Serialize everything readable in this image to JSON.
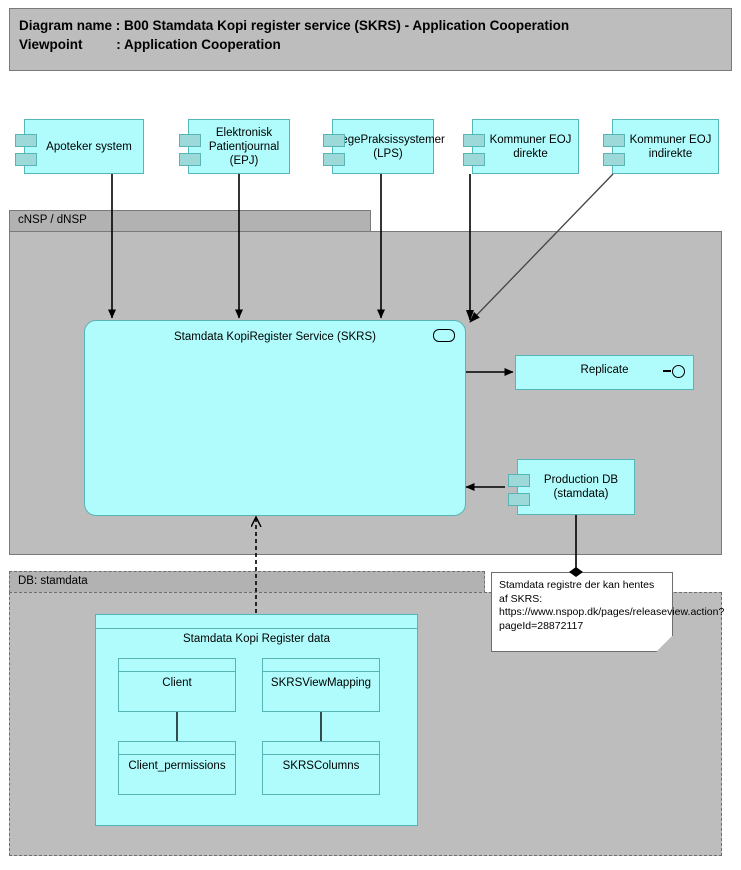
{
  "header": {
    "line1": "Diagram name : B00 Stamdata Kopi register service (SKRS) - Application Cooperation",
    "line2": "Viewpoint         : Application Cooperation"
  },
  "colors": {
    "component_fill": "#b0fcfc",
    "component_border": "#57b5b5",
    "tab_fill": "#9ed9d9",
    "group_fill": "#bdbdbd",
    "group_header_fill": "#b2b2b2",
    "group_border": "#7a7a7a",
    "note_fill": "#ffffff",
    "line": "#000000"
  },
  "top_components": [
    {
      "label": "Apoteker system",
      "icon": "uml-component-icon"
    },
    {
      "label": "Elektronisk Patientjournal (EPJ)",
      "icon": "uml-component-icon"
    },
    {
      "label": "LægePraksissystemer (LPS)",
      "icon": "uml-component-icon"
    },
    {
      "label": "Kommuner EOJ direkte",
      "icon": "uml-component-icon"
    },
    {
      "label": "Kommuner EOJ indirekte",
      "icon": "uml-component-icon"
    }
  ],
  "groups": {
    "nsp": {
      "label": "cNSP / dNSP"
    },
    "db": {
      "label": "DB: stamdata"
    }
  },
  "service": {
    "label": "Stamdata KopiRegister Service (SKRS)",
    "icon": "application-service-icon"
  },
  "replicate": {
    "label": "Replicate",
    "icon": "provided-interface-lollipop-icon"
  },
  "production_db": {
    "label": "Production DB (stamdata)",
    "icon": "uml-component-icon"
  },
  "data_object": {
    "title": "Stamdata Kopi Register data",
    "entities": [
      {
        "label": "Client"
      },
      {
        "label": "SKRSViewMapping"
      },
      {
        "label": "Client_permissions"
      },
      {
        "label": "SKRSColumns"
      }
    ]
  },
  "note": {
    "text": "Stamdata registre der kan hentes af SKRS: https://www.nspop.dk/pages/releaseview.action?pageId=28872117"
  }
}
